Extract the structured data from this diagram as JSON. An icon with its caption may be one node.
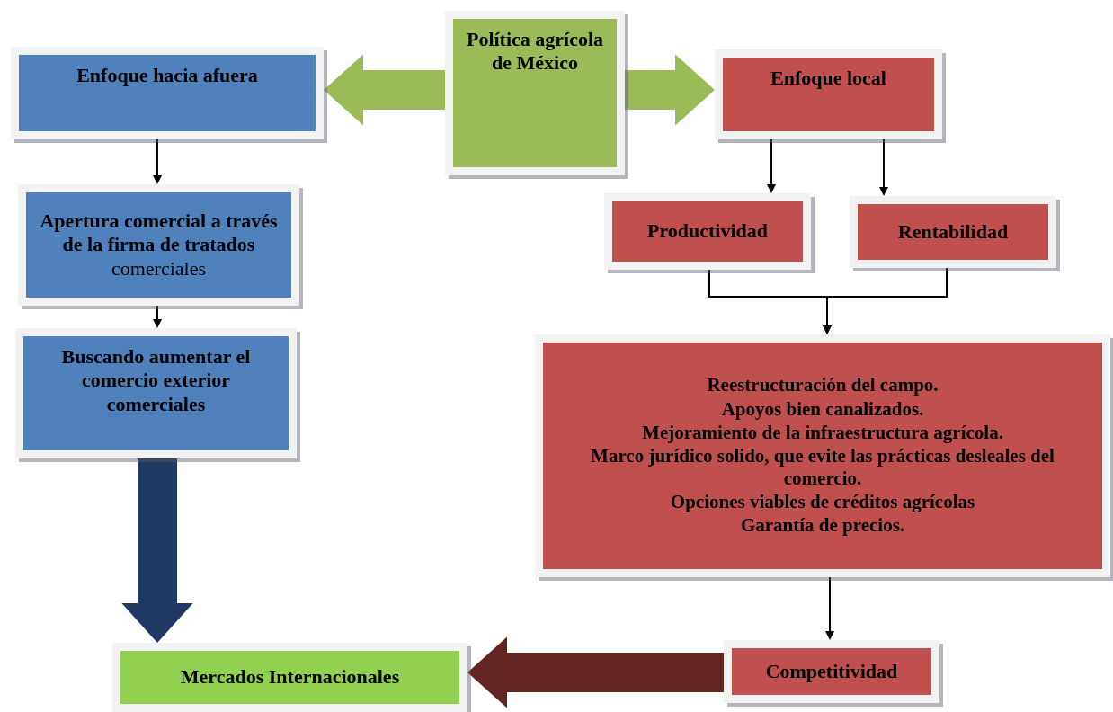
{
  "diagram": {
    "nodes": [
      {
        "text": [
          "Política agrícola de México"
        ]
      },
      {
        "text": [
          "Enfoque hacia afuera"
        ]
      },
      {
        "text": [
          "**Apertura comercial a través de la firma de tratados** comerciales"
        ]
      },
      {
        "text": [
          "Buscando aumentar el comercio exterior comerciales"
        ]
      },
      {
        "text": [
          "Mercados Internacionales"
        ]
      },
      {
        "text": [
          "Enfoque local"
        ]
      },
      {
        "text": [
          "Productividad"
        ]
      },
      {
        "text": [
          "Rentabilidad"
        ]
      },
      {
        "text": [
          "Reestructuración del campo.",
          "Apoyos bien canalizados.",
          "Mejoramiento de la infraestructura agrícola.",
          "Marco jurídico solido, que evite las prácticas desleales del comercio.",
          "Opciones viables de créditos agrícolas",
          "Garantía de precios."
        ]
      },
      {
        "text": [
          "Competitividad"
        ]
      }
    ],
    "edges": [
      {
        "from": 0,
        "to": 1,
        "arrow": "to",
        "style": "thick",
        "color": "#9bbb59"
      },
      {
        "from": 0,
        "to": 5,
        "arrow": "to",
        "style": "thick",
        "color": "#9bbb59"
      },
      {
        "from": 1,
        "to": 2,
        "arrow": "to"
      },
      {
        "from": 2,
        "to": 3,
        "arrow": "to"
      },
      {
        "from": 3,
        "to": 4,
        "arrow": "to",
        "style": "thick",
        "color": "#1f3864"
      },
      {
        "from": 5,
        "to": 6,
        "arrow": "to"
      },
      {
        "from": 5,
        "to": 7,
        "arrow": "to"
      },
      {
        "from": 6,
        "to": 8,
        "arrow": "to"
      },
      {
        "from": 7,
        "to": 8,
        "arrow": "to"
      },
      {
        "from": 8,
        "to": 9,
        "arrow": "to"
      },
      {
        "from": 9,
        "to": 4,
        "arrow": "to",
        "style": "thick",
        "color": "#632523"
      }
    ]
  }
}
